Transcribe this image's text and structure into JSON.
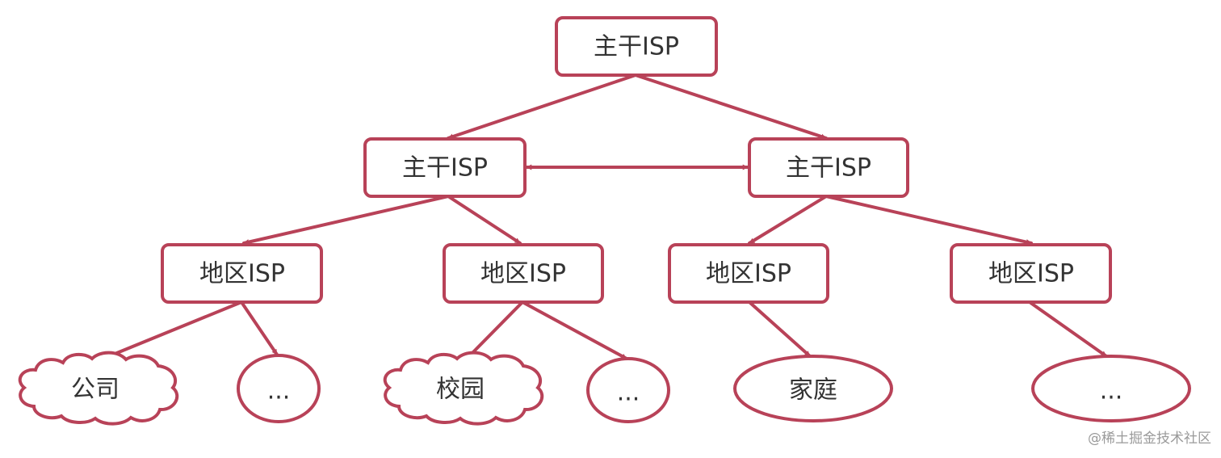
{
  "colors": {
    "stroke": "#b84258",
    "text": "#333333"
  },
  "nodes": {
    "backbone_top": "主干ISP",
    "backbone_left": "主干ISP",
    "backbone_right": "主干ISP",
    "regional_1": "地区ISP",
    "regional_2": "地区ISP",
    "regional_3": "地区ISP",
    "regional_4": "地区ISP",
    "leaf_company": "公司",
    "leaf_more_1": "...",
    "leaf_campus": "校园",
    "leaf_more_2": "...",
    "leaf_home": "家庭",
    "leaf_more_3": "..."
  },
  "watermark": "@稀土掘金技术社区"
}
